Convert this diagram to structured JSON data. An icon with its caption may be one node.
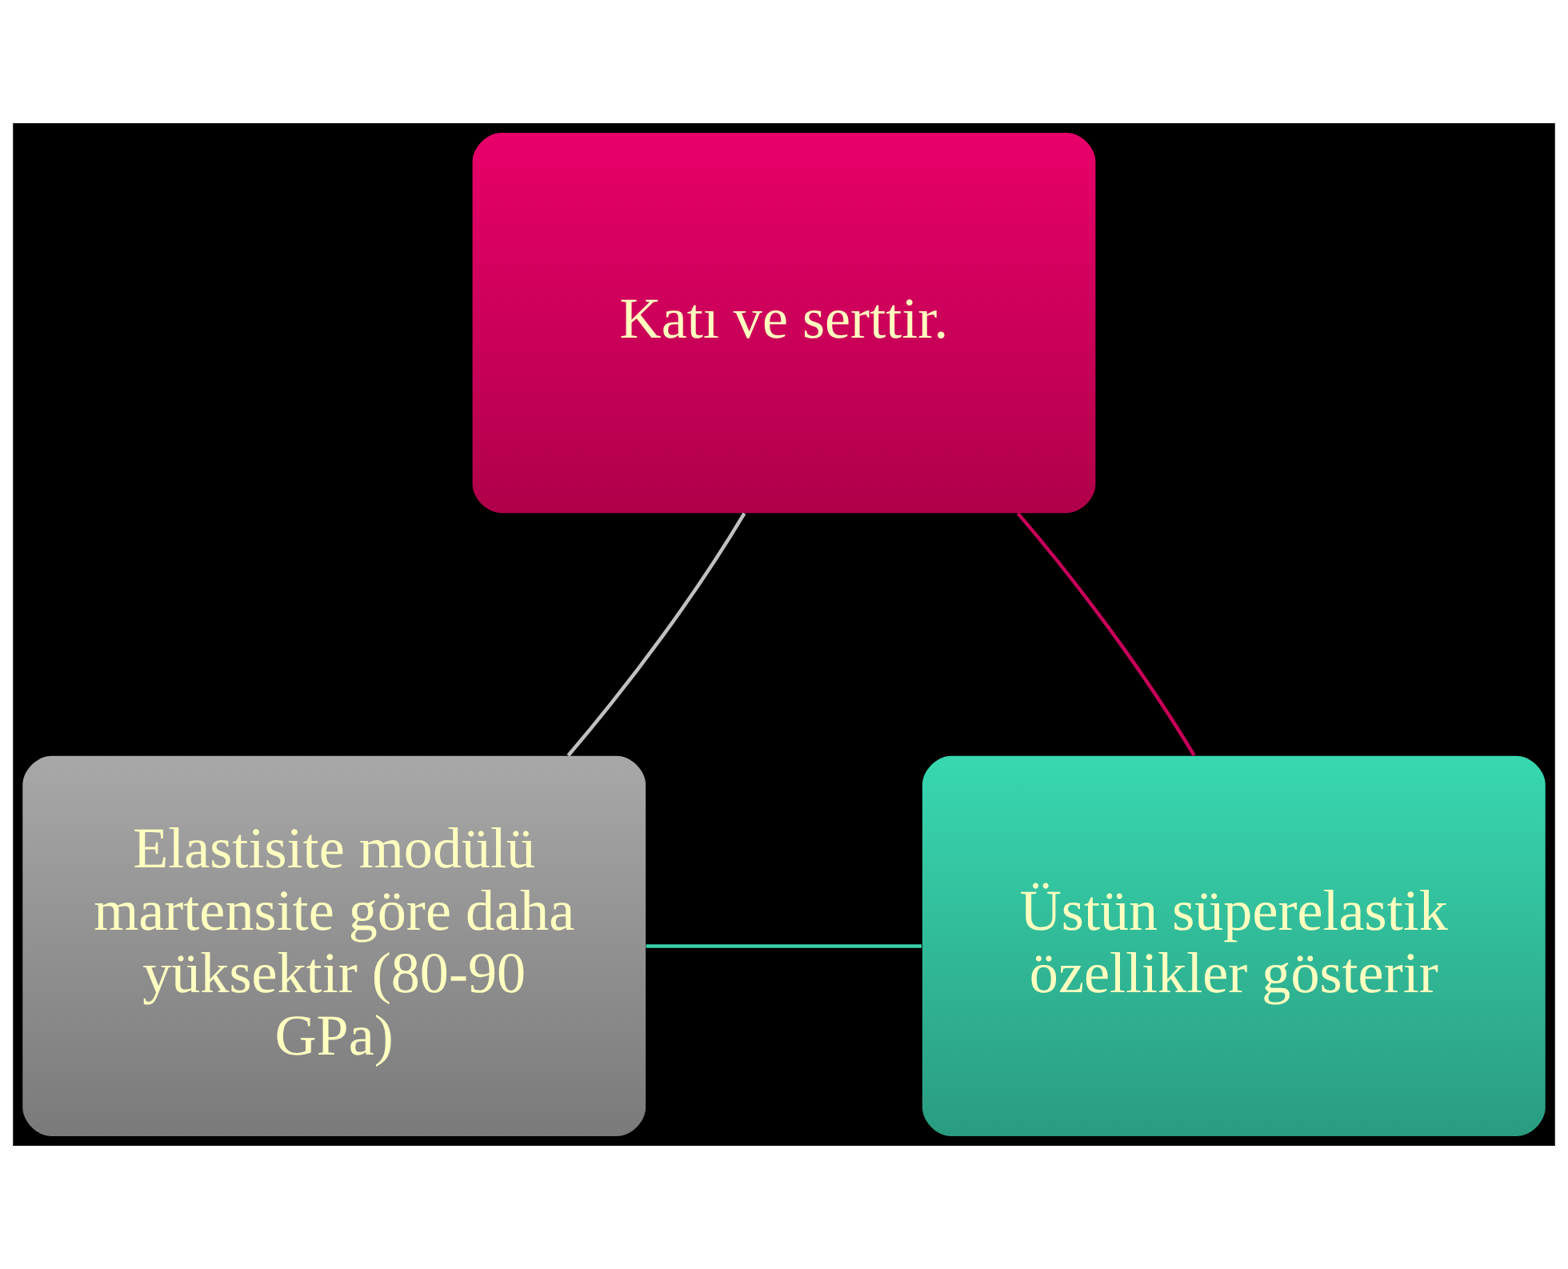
{
  "diagram": {
    "nodes": [
      {
        "text": [
          "Katı ve serttir."
        ]
      },
      {
        "text": [
          "Elastisite modülü martensite göre daha yüksektir (80-90 GPa)"
        ]
      },
      {
        "text": [
          "Üstün süperelastik özellikler gösterir"
        ]
      }
    ],
    "edges": [
      {
        "from": 0,
        "to": 2,
        "arrow": "none",
        "color": "#c8005a"
      },
      {
        "from": 2,
        "to": 1,
        "arrow": "none",
        "color": "#3ad0a8"
      },
      {
        "from": 1,
        "to": 0,
        "arrow": "none",
        "color": "#c0c0c0"
      }
    ]
  }
}
